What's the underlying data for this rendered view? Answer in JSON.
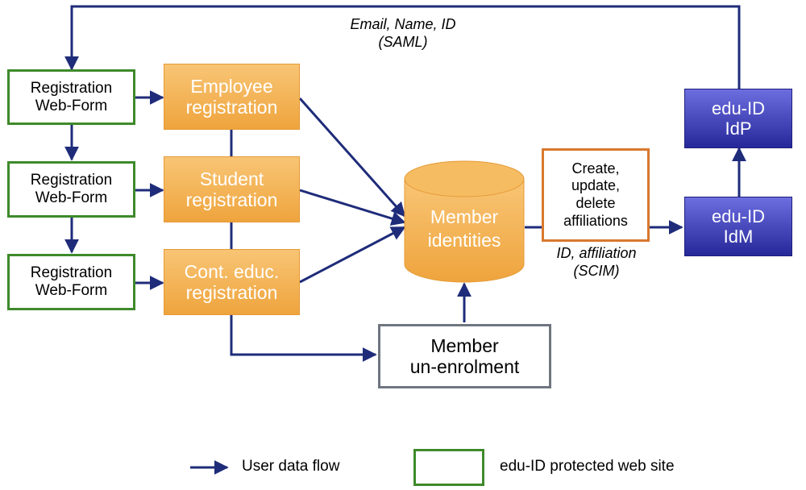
{
  "labels": {
    "saml_line1": "Email, Name, ID",
    "saml_line2": "(SAML)",
    "scim_line1": "ID, affiliation",
    "scim_line2": "(SCIM)"
  },
  "web_forms": [
    {
      "line1": "Registration",
      "line2": "Web-Form"
    },
    {
      "line1": "Registration",
      "line2": "Web-Form"
    },
    {
      "line1": "Registration",
      "line2": "Web-Form"
    }
  ],
  "registrations": [
    {
      "line1": "Employee",
      "line2": "registration"
    },
    {
      "line1": "Student",
      "line2": "registration"
    },
    {
      "line1": "Cont. educ.",
      "line2": "registration"
    }
  ],
  "member_identities": {
    "line1": "Member",
    "line2": "identities"
  },
  "affiliations": {
    "line1": "Create,",
    "line2": "update,",
    "line3": "delete",
    "line4": "affiliations"
  },
  "idp": {
    "line1": "edu-ID",
    "line2": "IdP"
  },
  "idm": {
    "line1": "edu-ID",
    "line2": "IdM"
  },
  "unenrolment": {
    "line1": "Member",
    "line2": "un-enrolment"
  },
  "legend": {
    "flow": "User data flow",
    "protected": "edu-ID protected web site"
  },
  "colors": {
    "flow_arrow": "#1f2c7a",
    "web_border": "#3e8a2b",
    "orange": "#efa43d",
    "blue": "#2e30a8",
    "affiliation_border": "#d8782e",
    "unenrol_border": "#6f7680"
  }
}
